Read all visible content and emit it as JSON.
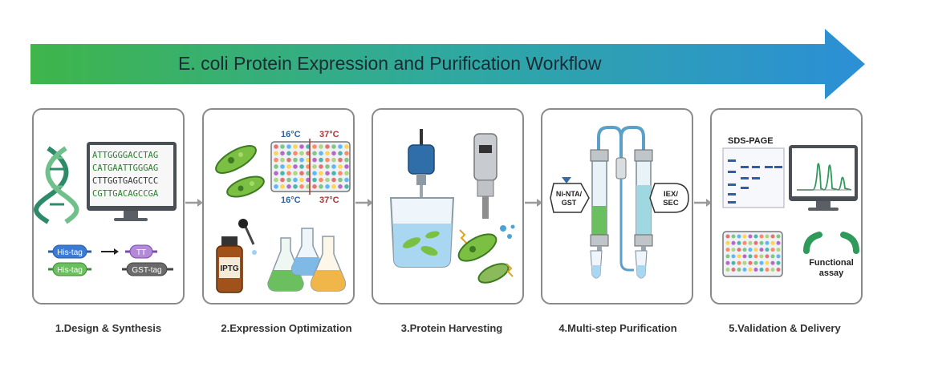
{
  "title": "E. coli Protein Expression and Purification Workflow",
  "colors": {
    "arrow_start": "#3fb54a",
    "arrow_mid": "#2fa9a0",
    "arrow_end": "#2c8fd6"
  },
  "steps": [
    {
      "label": "1.Design & Synthesis",
      "dna_lines": [
        "ATTGGGGACCTAG",
        "CATGAATTGGGAG",
        "CTTGGTGAGCTCC",
        "CGTTGACAGCCGA"
      ],
      "tags": [
        "His-tag",
        "TT",
        "His-tag",
        "GST-tag"
      ]
    },
    {
      "label": "2.Expression Optimization",
      "temps": [
        "16°C",
        "37°C",
        "16°C",
        "37°C"
      ],
      "inducer": "IPTG"
    },
    {
      "label": "3.Protein Harvesting"
    },
    {
      "label": "4.Multi-step Purification",
      "column_labels": [
        "Ni-NTA/ GST",
        "IEX/ SEC"
      ]
    },
    {
      "label": "5.Validation & Delivery",
      "gel_title": "SDS-PAGE",
      "assay_label": "Functional assay"
    }
  ]
}
